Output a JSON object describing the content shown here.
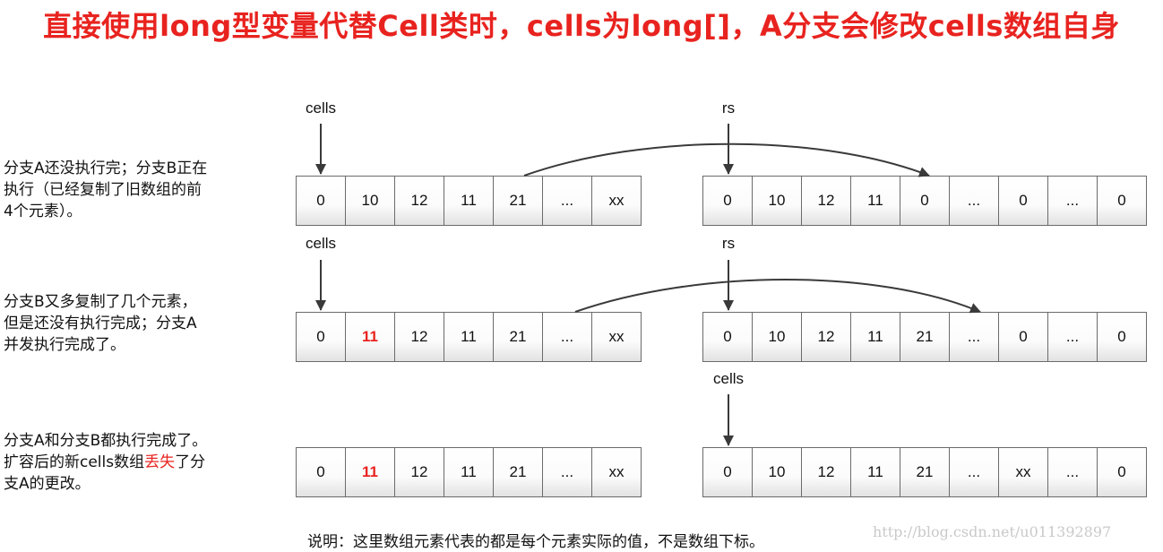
{
  "title": "直接使用long型变量代替Cell类时，cells为long[]，A分支会修改cells数组自身",
  "rows": [
    {
      "desc_lines": [
        "分支A还没执行完；分支B正在",
        "执行（已经复制了旧数组的前",
        "4个元素）。"
      ],
      "left_label": "cells",
      "right_label": "rs",
      "left_cells": [
        "0",
        "10",
        "12",
        "11",
        "21",
        "...",
        "xx"
      ],
      "right_cells": [
        "0",
        "10",
        "12",
        "11",
        "0",
        "...",
        "0",
        "...",
        "0"
      ]
    },
    {
      "desc_lines": [
        "分支B又多复制了几个元素，",
        "但是还没有执行完成；分支A",
        "并发执行完成了。"
      ],
      "left_label": "cells",
      "right_label": "rs",
      "left_cells": [
        "0",
        "11",
        "12",
        "11",
        "21",
        "...",
        "xx"
      ],
      "right_cells": [
        "0",
        "10",
        "12",
        "11",
        "21",
        "...",
        "0",
        "...",
        "0"
      ]
    },
    {
      "desc_line1": "分支A和分支B都执行完成了。",
      "desc_line2_pre": "扩容后的新cells数组",
      "desc_line2_red": "丢失",
      "desc_line2_post": "了分",
      "desc_line3": "支A的更改。",
      "right_label": "cells",
      "left_cells": [
        "0",
        "11",
        "12",
        "11",
        "21",
        "...",
        "xx"
      ],
      "right_cells": [
        "0",
        "10",
        "12",
        "11",
        "21",
        "...",
        "xx",
        "...",
        "0"
      ]
    }
  ],
  "note": "说明：这里数组元素代表的都是每个元素实际的值，不是数组下标。",
  "watermark": "http://blog.csdn.net/u011392897",
  "colors": {
    "accent": "#e8231f",
    "stroke": "#3a3a3a"
  }
}
